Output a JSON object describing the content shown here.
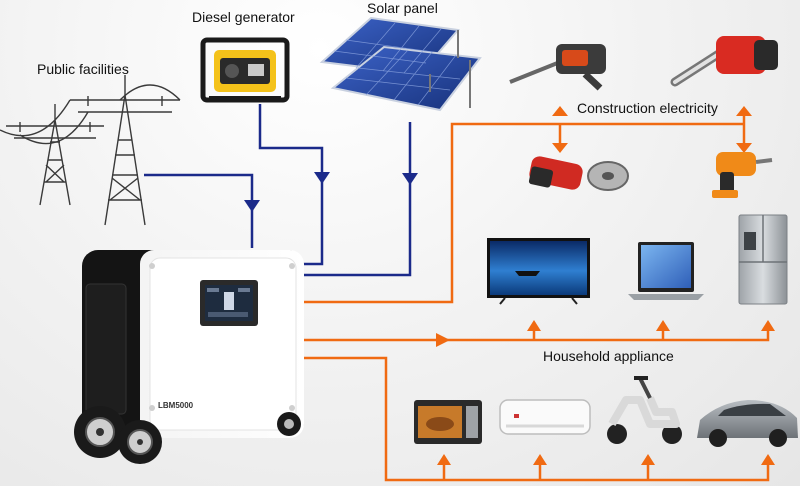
{
  "labels": {
    "public_facilities": "Public facilities",
    "diesel_generator": "Diesel generator",
    "solar_panel": "Solar panel",
    "construction_electricity": "Construction electricity",
    "household_appliance": "Household appliance"
  },
  "device": {
    "model": "LBM5000"
  },
  "colors": {
    "input_lines": "#1b2a8a",
    "output_lines": "#f06a12"
  }
}
